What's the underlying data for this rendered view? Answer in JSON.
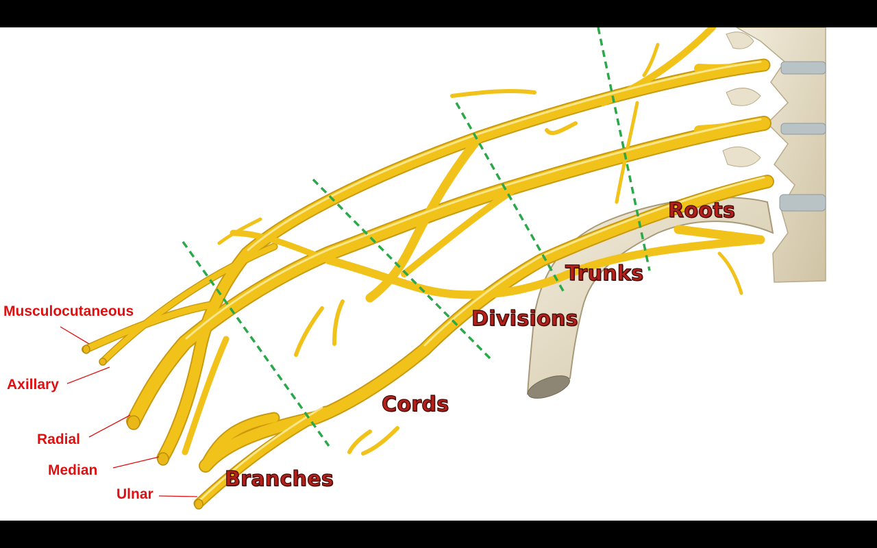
{
  "colors": {
    "background": "#ffffff",
    "letterbox": "#000000",
    "nerve": "#f1c21a",
    "nerve_shadow": "#c99a0e",
    "bone": "#e6ddc6",
    "divider": "#2aa84a",
    "nerve_label": "#e01010",
    "region_label": "#b5201a"
  },
  "regions": [
    {
      "id": "roots",
      "label": "Roots"
    },
    {
      "id": "trunks",
      "label": "Trunks"
    },
    {
      "id": "divisions",
      "label": "Divisions"
    },
    {
      "id": "cords",
      "label": "Cords"
    },
    {
      "id": "branches",
      "label": "Branches"
    }
  ],
  "terminal_branches": [
    {
      "id": "musculocutaneous",
      "label": "Musculocutaneous"
    },
    {
      "id": "axillary",
      "label": "Axillary"
    },
    {
      "id": "radial",
      "label": "Radial"
    },
    {
      "id": "median",
      "label": "Median"
    },
    {
      "id": "ulnar",
      "label": "Ulnar"
    }
  ]
}
